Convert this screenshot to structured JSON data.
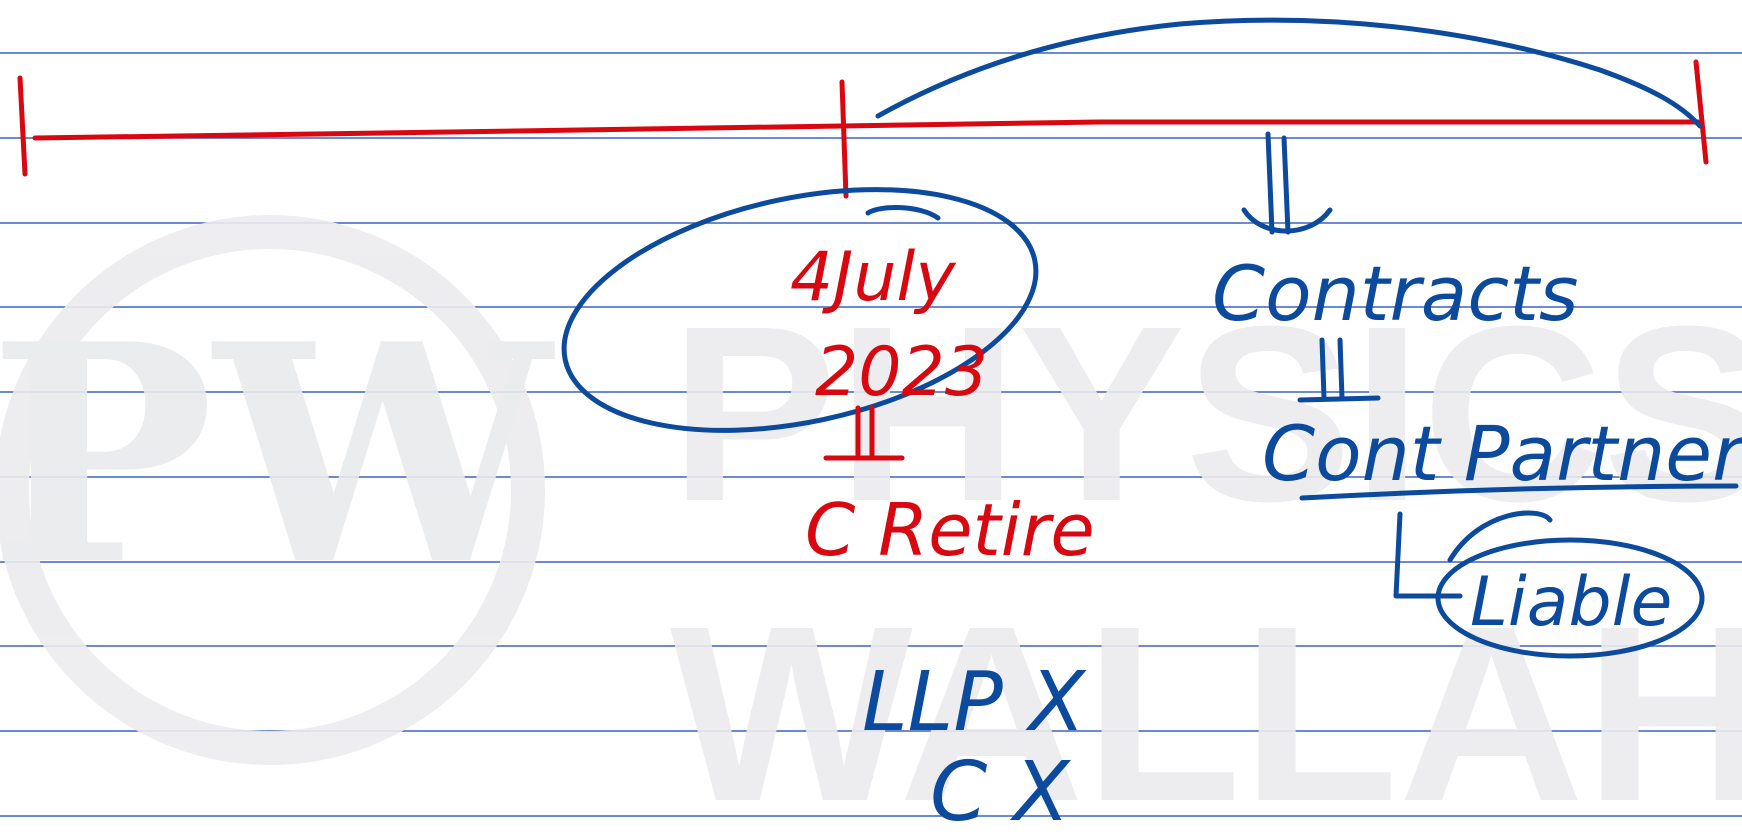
{
  "watermark": {
    "logo_letters": "PW",
    "word_top": "PHYSICS",
    "word_bottom": "WALLAH"
  },
  "notes": {
    "date_line1": "4July",
    "date_line2": "2023",
    "retire": "C Retire",
    "llp_x": "LLP X",
    "c_x": "C X",
    "contracts": "Contracts",
    "cont_partner": "Cont Partner",
    "liable": "Liable"
  },
  "colors": {
    "red_ink": "#d9070f",
    "blue_ink": "#0b4a9c",
    "rule_lines": "#3a63c0"
  }
}
